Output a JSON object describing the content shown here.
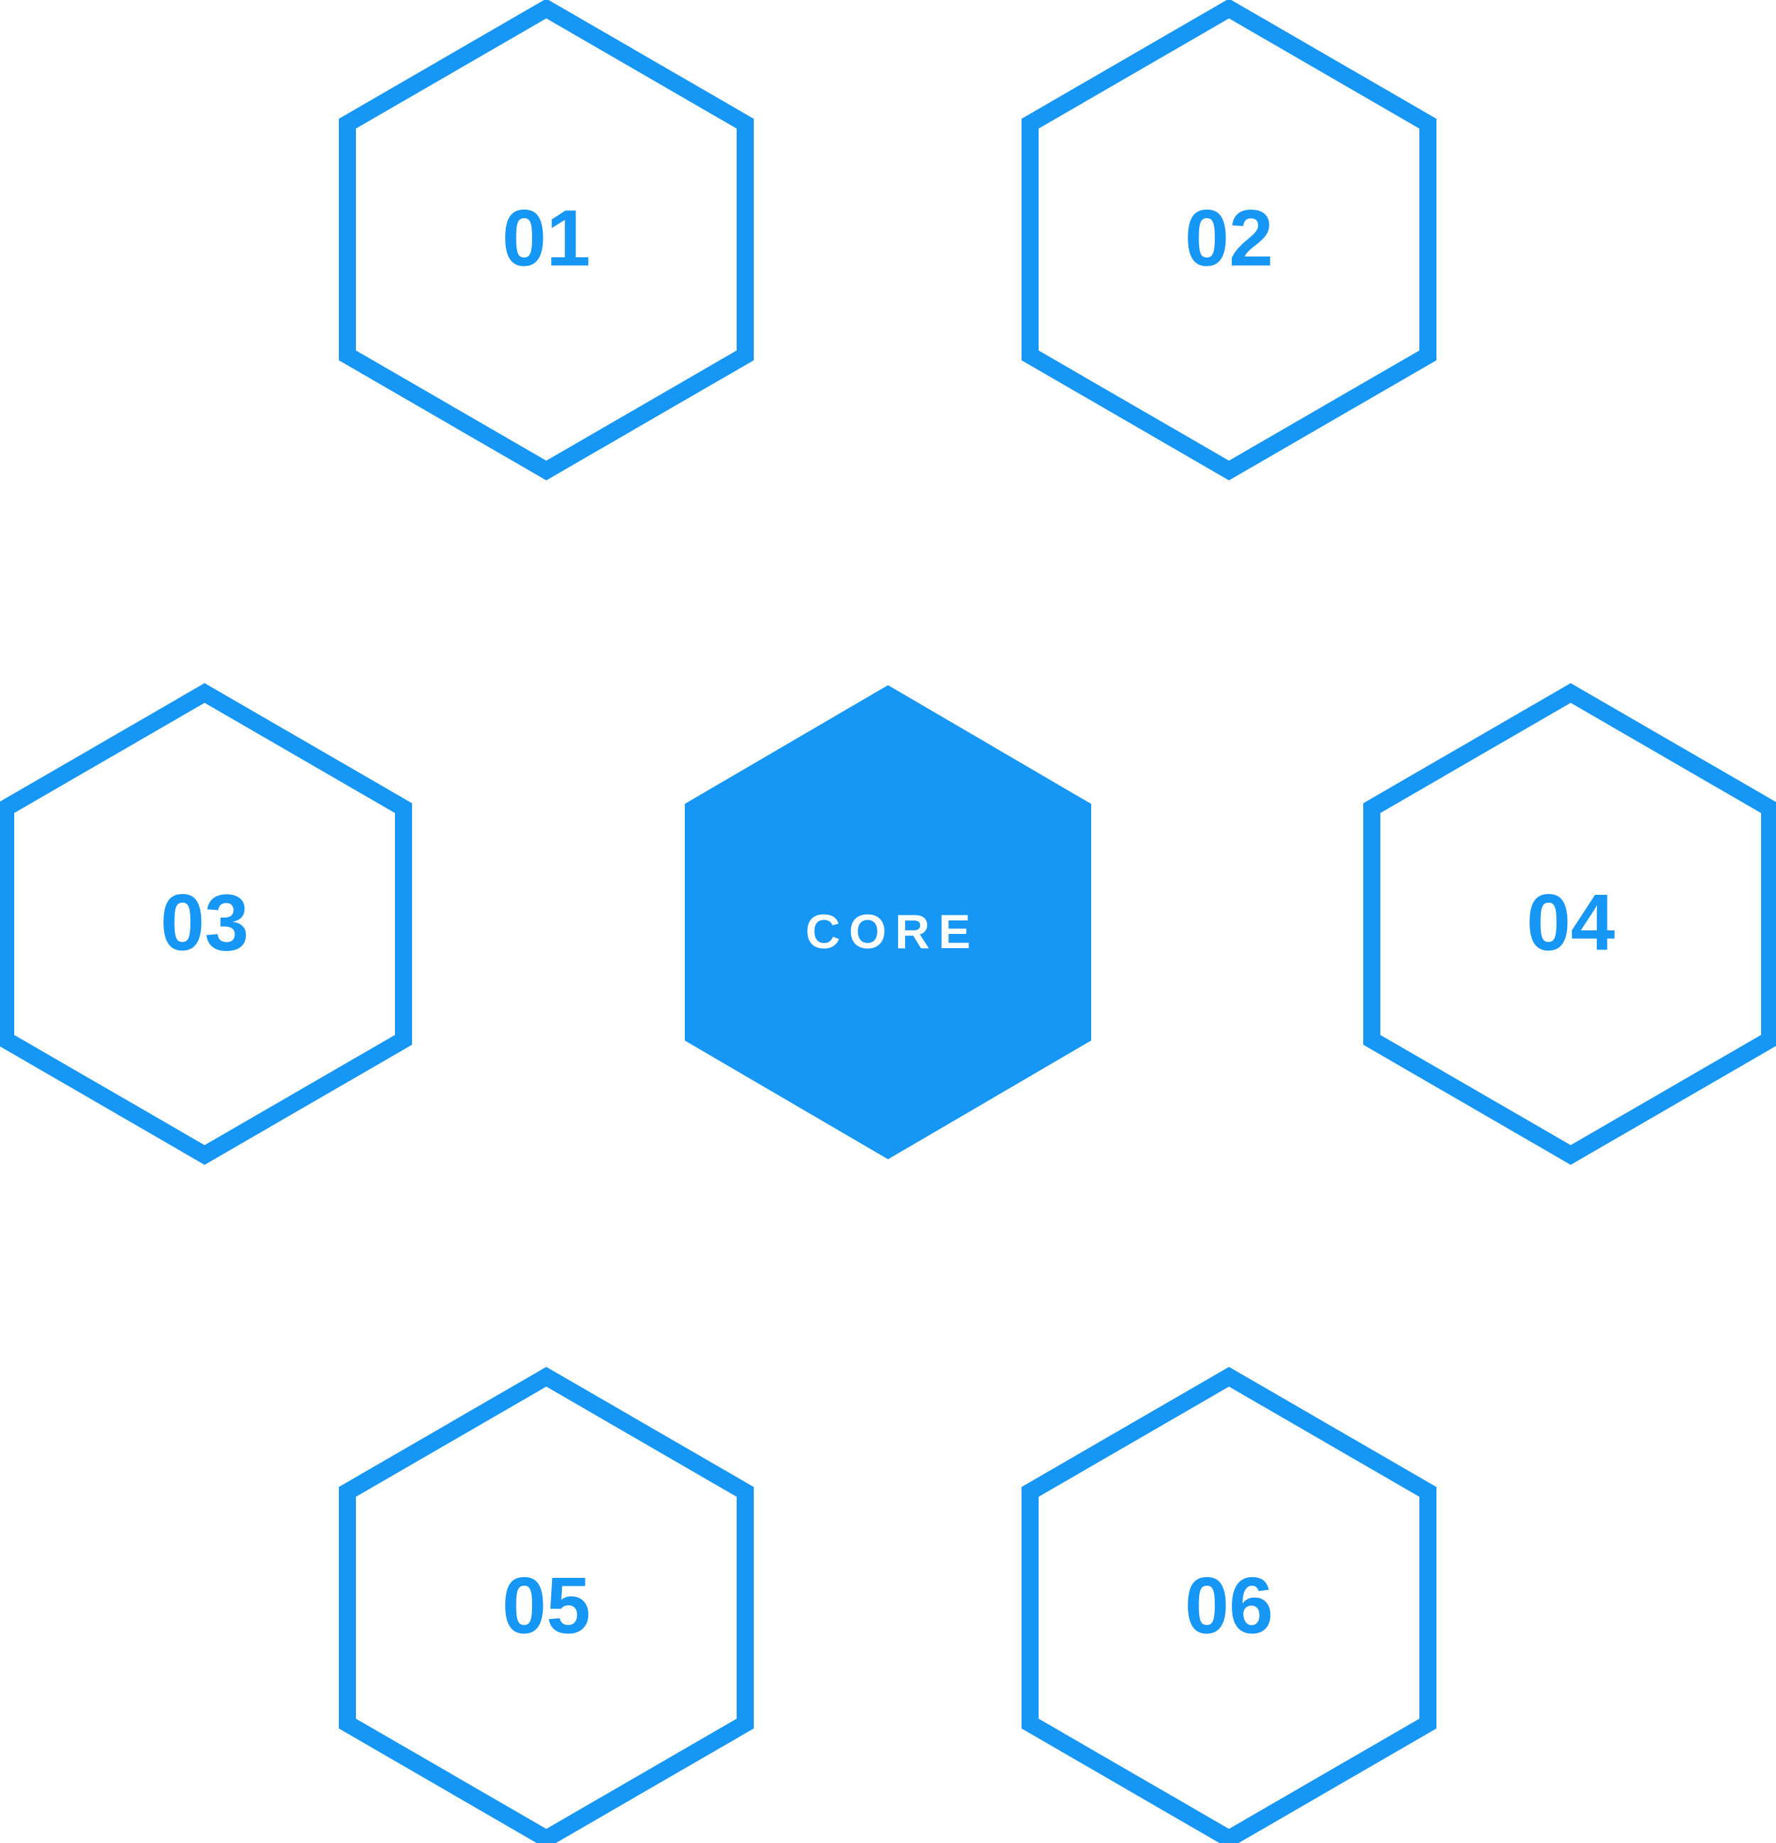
{
  "diagram": {
    "center": {
      "label": "CORE"
    },
    "nodes": [
      {
        "label": "01"
      },
      {
        "label": "02"
      },
      {
        "label": "03"
      },
      {
        "label": "04"
      },
      {
        "label": "05"
      },
      {
        "label": "06"
      }
    ]
  },
  "colors": {
    "accent": "#1696f5",
    "background": "#ffffff",
    "core_text": "#ffffff"
  }
}
